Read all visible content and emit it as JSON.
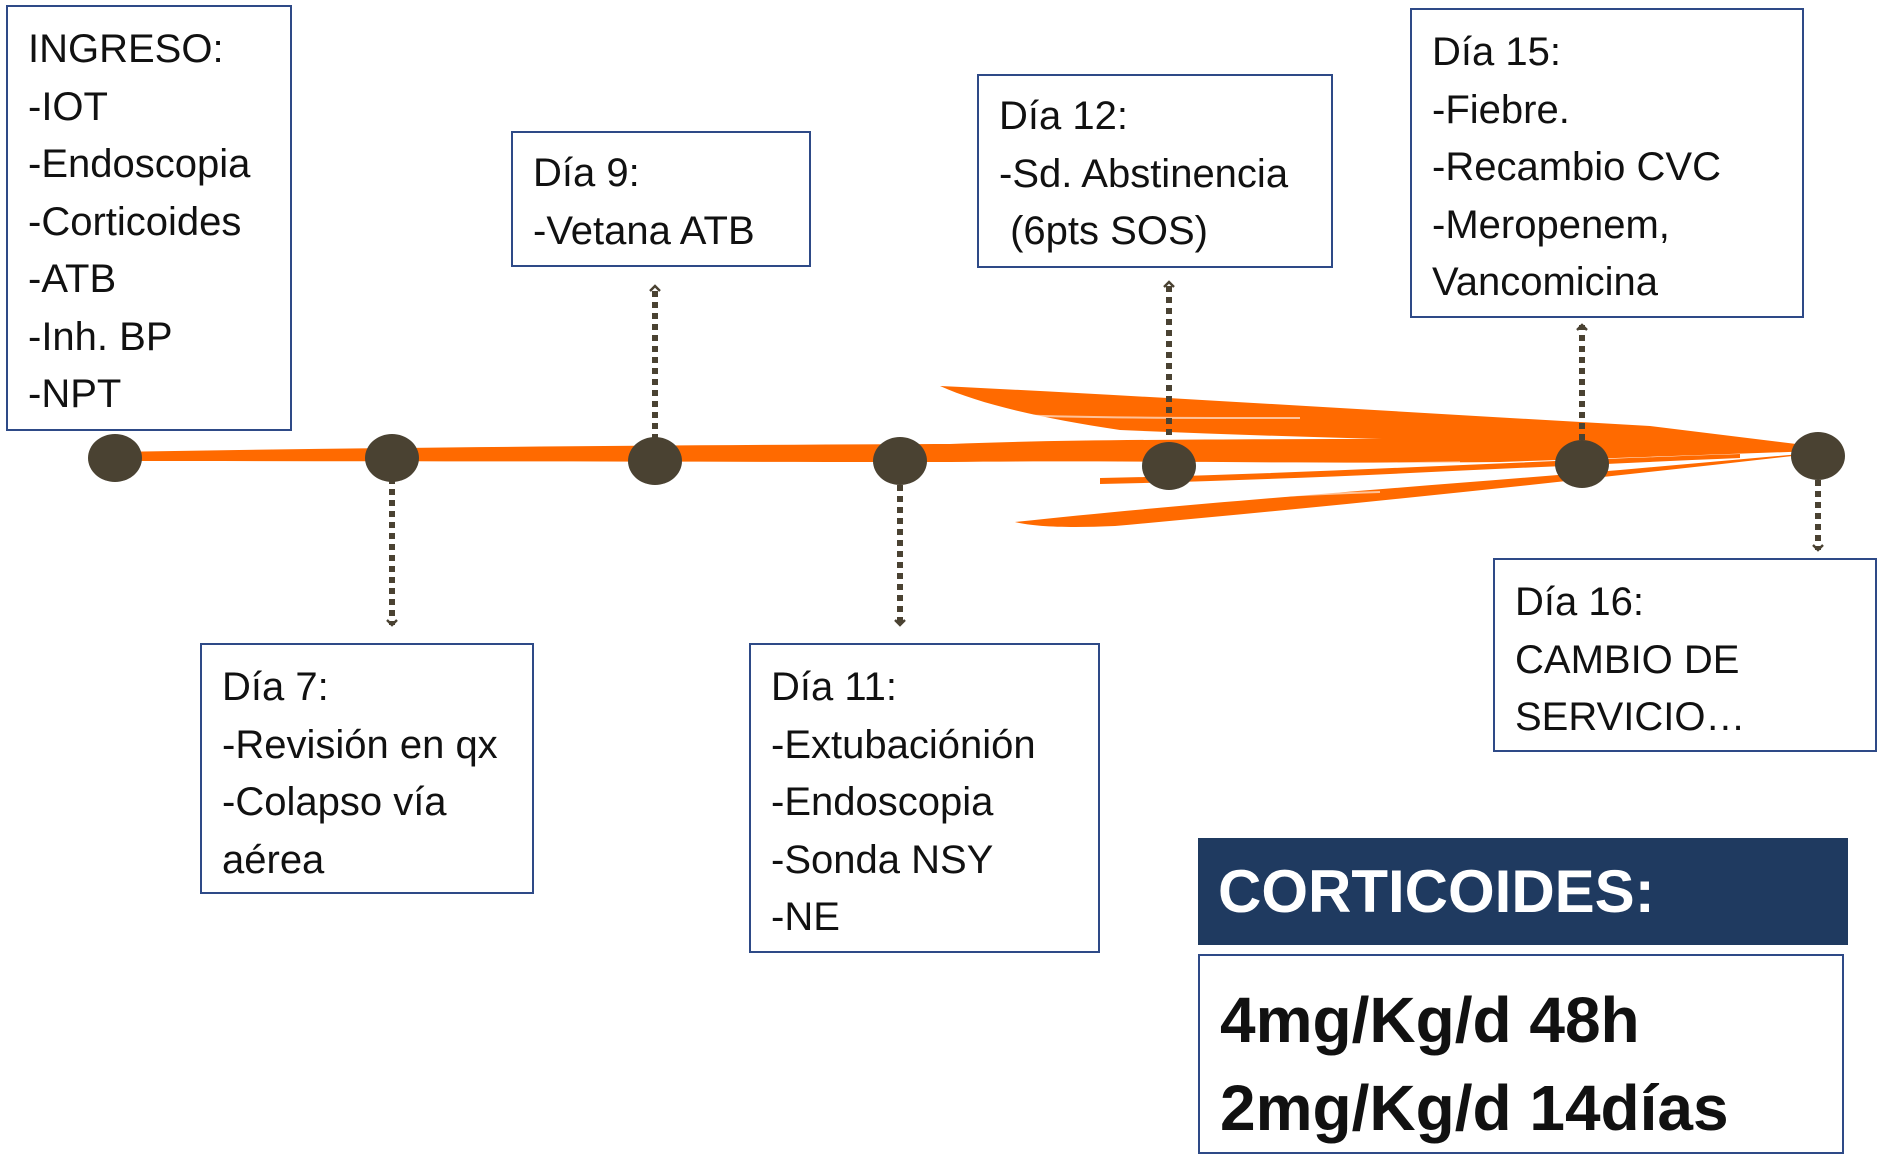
{
  "colors": {
    "arrow": "#ff6a00",
    "node": "#4a4232",
    "connector": "#4a4232",
    "box_border": "#2e4a87",
    "header_bg": "#1f3a60",
    "header_text": "#ffffff"
  },
  "events": {
    "ingreso": {
      "title": "INGRESO:",
      "items": [
        "-IOT",
        "-Endoscopia",
        "-Corticoides",
        "-ATB",
        "-Inh. BP",
        "-NPT"
      ]
    },
    "dia7": {
      "title": "Día 7:",
      "items": [
        "-Revisión en qx",
        "-Colapso vía",
        "aérea"
      ]
    },
    "dia9": {
      "title": "Día 9:",
      "items": [
        "-Vetana ATB"
      ]
    },
    "dia11": {
      "title": "Día 11:",
      "items": [
        "-Extubaciónión",
        "-Endoscopia",
        "-Sonda NSY",
        "-NE"
      ]
    },
    "dia12": {
      "title": "Día 12:",
      "items": [
        "-Sd. Abstinencia",
        " (6pts SOS)"
      ]
    },
    "dia15": {
      "title": "Día 15:",
      "items": [
        "-Fiebre.",
        "-Recambio CVC",
        "-Meropenem,",
        "Vancomicina"
      ]
    },
    "dia16": {
      "title": "Día 16:",
      "items": [
        "CAMBIO DE",
        "SERVICIO…"
      ]
    }
  },
  "corticoides": {
    "title": "CORTICOIDES:",
    "doses": [
      "4mg/Kg/d 48h",
      "2mg/Kg/d 14días"
    ]
  }
}
